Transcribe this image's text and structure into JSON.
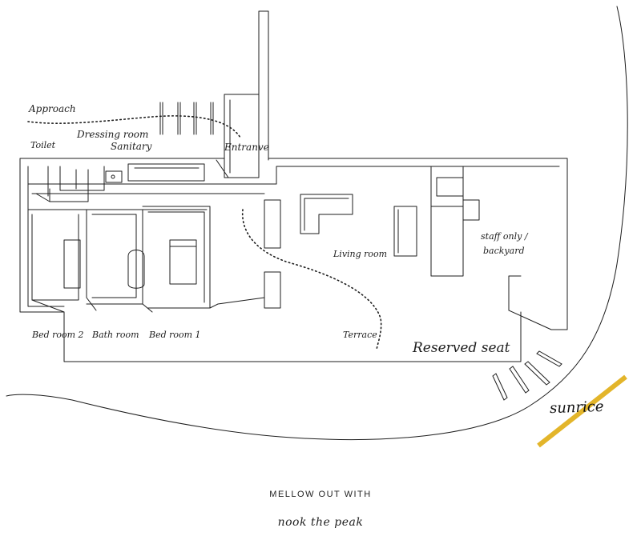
{
  "labels": {
    "approach": "Approach",
    "toilet": "Toilet",
    "dressing_room": "Dressing room",
    "sanitary": "Sanitary",
    "entrance": "Entranve",
    "living_room": "Living room",
    "staff_only_line1": "staff only /",
    "staff_only_line2": "backyard",
    "bed_room_2": "Bed room 2",
    "bath_room": "Bath room",
    "bed_room_1": "Bed room 1",
    "terrace": "Terrace",
    "reserved_seat": "Reserved seat",
    "sunrice": "sunrice"
  },
  "tagline": {
    "line1": "MELLOW OUT WITH",
    "line2": "nook the peak"
  },
  "colors": {
    "ink": "#1d1d1d",
    "accent": "#e3b52a",
    "background": "#ffffff"
  }
}
